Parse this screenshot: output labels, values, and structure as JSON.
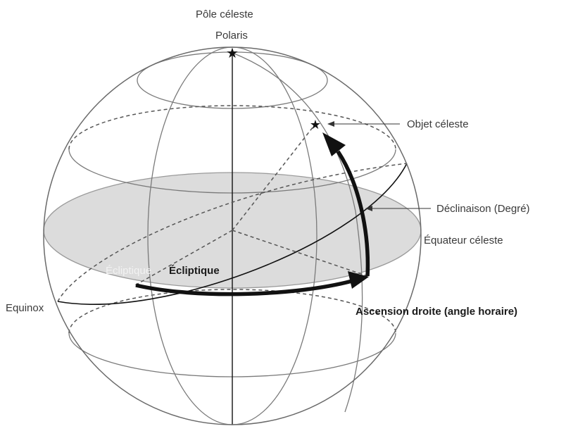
{
  "labels": {
    "celestial_pole": "Pôle céleste",
    "polaris": "Polaris",
    "celestial_object": "Objet céleste",
    "declination": "Déclinaison (Degré)",
    "celestial_equator": "Équateur céleste",
    "ecliptic": "Écliptique",
    "ecliptic_ghost": "Écliptique",
    "equinox": "Equinox",
    "right_ascension": "Ascension droite (angle horaire)"
  },
  "colors": {
    "equator_fill": "#dcdcdc",
    "line": "#7a7a7a",
    "arrow": "#111111",
    "text": "#3a3a3a"
  },
  "icons": {
    "polaris": "star-icon",
    "celestial_object": "star-icon"
  }
}
